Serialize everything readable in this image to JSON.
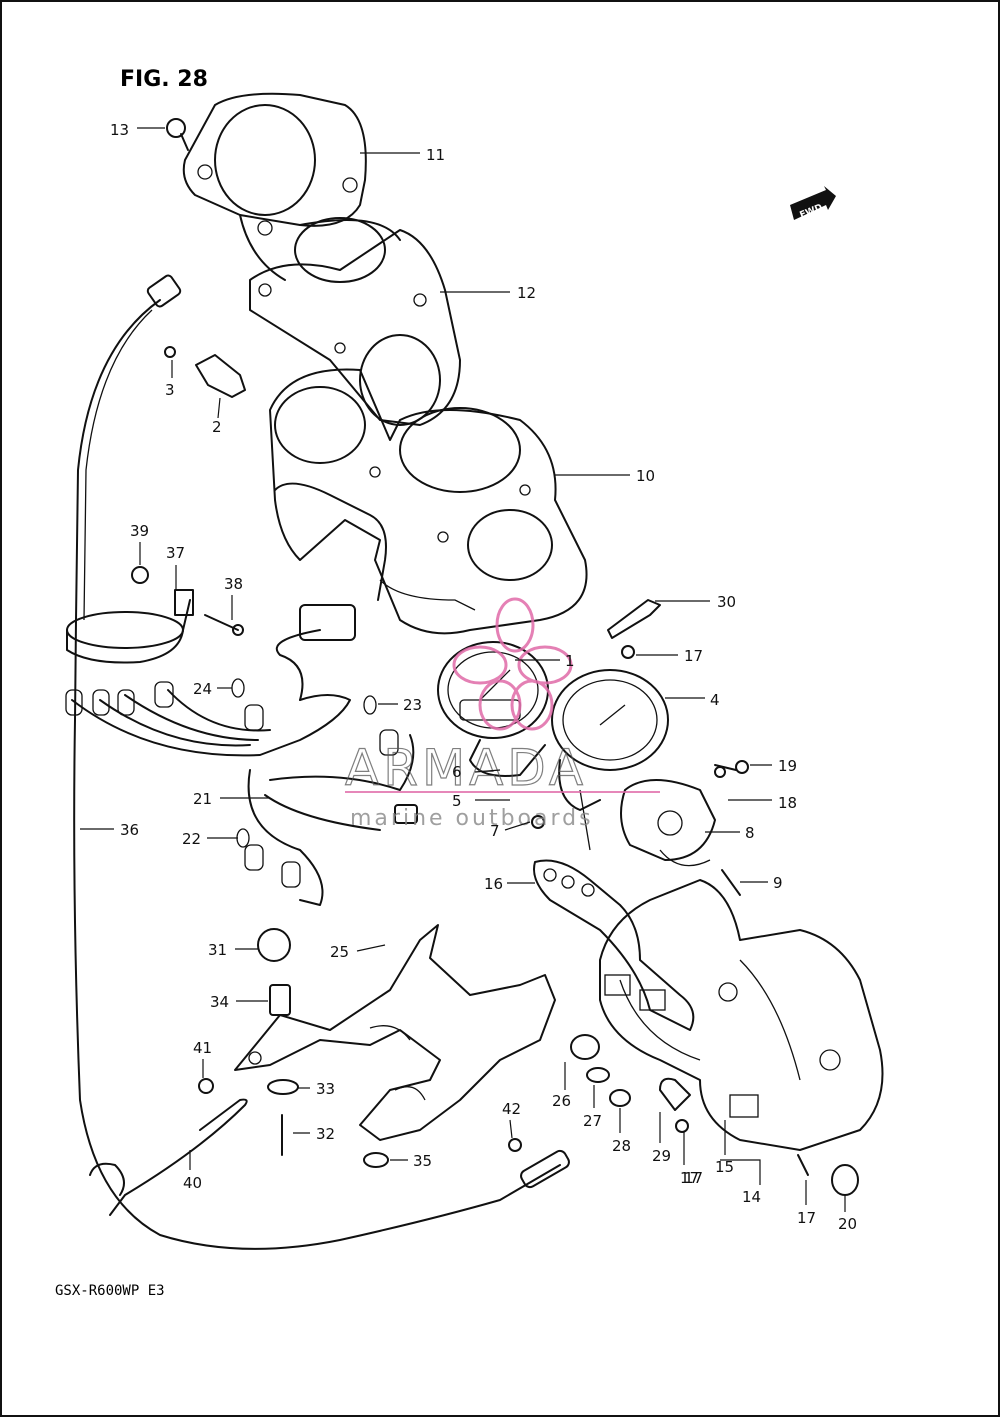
{
  "figure": {
    "title": "FIG. 28",
    "model_code": "GSX-R600WP E3",
    "direction_badge": "FWD"
  },
  "watermark": {
    "brand": "ARMADA",
    "tagline": "marine outboards",
    "accent_color": "#e06aa8"
  },
  "callouts": [
    {
      "id": "1"
    },
    {
      "id": "2"
    },
    {
      "id": "3"
    },
    {
      "id": "4"
    },
    {
      "id": "5"
    },
    {
      "id": "6"
    },
    {
      "id": "7"
    },
    {
      "id": "8"
    },
    {
      "id": "9"
    },
    {
      "id": "10"
    },
    {
      "id": "11"
    },
    {
      "id": "12"
    },
    {
      "id": "13"
    },
    {
      "id": "14"
    },
    {
      "id": "15"
    },
    {
      "id": "16"
    },
    {
      "id": "17"
    },
    {
      "id": "17"
    },
    {
      "id": "17"
    },
    {
      "id": "17"
    },
    {
      "id": "18"
    },
    {
      "id": "19"
    },
    {
      "id": "20"
    },
    {
      "id": "21"
    },
    {
      "id": "22"
    },
    {
      "id": "23"
    },
    {
      "id": "24"
    },
    {
      "id": "25"
    },
    {
      "id": "26"
    },
    {
      "id": "27"
    },
    {
      "id": "28"
    },
    {
      "id": "29"
    },
    {
      "id": "30"
    },
    {
      "id": "31"
    },
    {
      "id": "32"
    },
    {
      "id": "33"
    },
    {
      "id": "34"
    },
    {
      "id": "35"
    },
    {
      "id": "36"
    },
    {
      "id": "37"
    },
    {
      "id": "38"
    },
    {
      "id": "39"
    },
    {
      "id": "40"
    },
    {
      "id": "41"
    },
    {
      "id": "42"
    }
  ]
}
